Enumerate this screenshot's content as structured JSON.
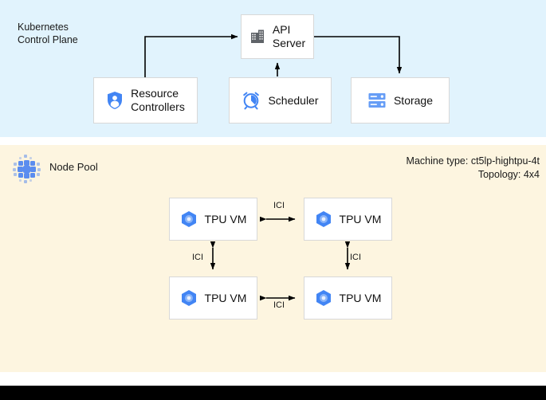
{
  "control_plane": {
    "title": "Kubernetes\nControl Plane",
    "background": "#e1f3fd",
    "nodes": [
      {
        "id": "api-server",
        "label": "API\nServer",
        "icon": "building-icon"
      },
      {
        "id": "resource",
        "label": "Resource\nControllers",
        "icon": "shield-user-icon"
      },
      {
        "id": "scheduler",
        "label": "Scheduler",
        "icon": "alarm-clock-icon"
      },
      {
        "id": "storage",
        "label": "Storage",
        "icon": "server-rack-icon"
      }
    ],
    "edges": [
      {
        "from": "resource",
        "to": "api-server",
        "direction": "one-way"
      },
      {
        "from": "scheduler",
        "to": "api-server",
        "direction": "one-way"
      },
      {
        "from": "api-server",
        "to": "storage",
        "direction": "one-way"
      }
    ]
  },
  "node_pool": {
    "label": "Node Pool",
    "icon": "node-pool-dots-icon",
    "background": "#fdf5e0",
    "machine_type": "Machine type: ct5lp-hightpu-4t",
    "topology": "Topology: 4x4",
    "vms": [
      {
        "id": "tpu-0",
        "label": "TPU VM",
        "icon": "tpu-hex-icon"
      },
      {
        "id": "tpu-1",
        "label": "TPU VM",
        "icon": "tpu-hex-icon"
      },
      {
        "id": "tpu-2",
        "label": "TPU VM",
        "icon": "tpu-hex-icon"
      },
      {
        "id": "tpu-3",
        "label": "TPU VM",
        "icon": "tpu-hex-icon"
      }
    ],
    "interconnects": [
      {
        "id": "ici-top",
        "label": "ICI",
        "between": [
          "tpu-0",
          "tpu-1"
        ],
        "direction": "bidirectional"
      },
      {
        "id": "ici-left",
        "label": "ICI",
        "between": [
          "tpu-0",
          "tpu-2"
        ],
        "direction": "bidirectional"
      },
      {
        "id": "ici-right",
        "label": "ICI",
        "between": [
          "tpu-1",
          "tpu-3"
        ],
        "direction": "bidirectional"
      },
      {
        "id": "ici-bottom",
        "label": "ICI",
        "between": [
          "tpu-2",
          "tpu-3"
        ],
        "direction": "bidirectional"
      }
    ]
  },
  "colors": {
    "control_plane_bg": "#e1f3fd",
    "node_pool_bg": "#fdf5e0",
    "accent_blue": "#4285f4",
    "icon_gray": "#5f6368",
    "box_border": "#d8d8d8",
    "bottom_bar": "#000000"
  }
}
